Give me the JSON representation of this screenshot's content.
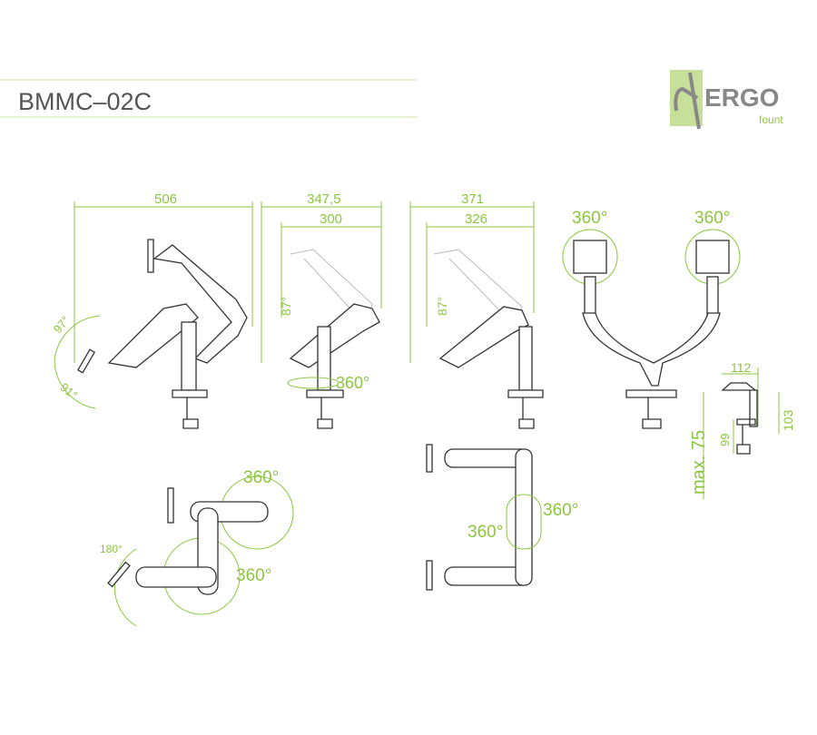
{
  "header": {
    "title": "BMMC–02C"
  },
  "logo": {
    "brand": "ERGO",
    "sub": "fount"
  },
  "colors": {
    "accent": "#8cc63f",
    "text": "#555555",
    "logo_bg": "#c6e09a"
  },
  "side_views": {
    "view1": {
      "width": "506",
      "tilt_up": "97°",
      "tilt_down": "91°"
    },
    "view2": {
      "outer": "347,5",
      "inner": "300",
      "tilt": "87°",
      "rotation": "360°"
    },
    "view3": {
      "outer": "371",
      "inner": "326",
      "tilt": "87°"
    }
  },
  "front_view": {
    "left_rotation": "360°",
    "right_rotation": "360°"
  },
  "clamp": {
    "width": "112",
    "height": "103",
    "screw": "99",
    "max_thickness": "max. 75"
  },
  "top_views": {
    "left": {
      "rotation_upper": "360°",
      "rotation_lower": "360°",
      "swivel": "180°"
    },
    "right": {
      "rotation_left": "360°",
      "rotation_right": "360°"
    }
  }
}
